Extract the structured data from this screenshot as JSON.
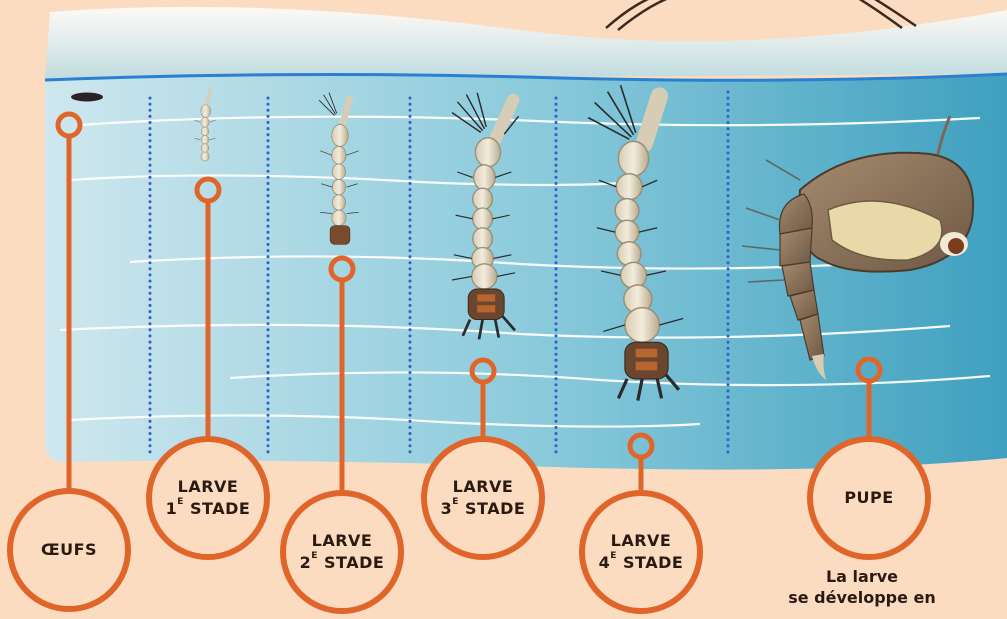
{
  "stages": [
    {
      "id": "oeufs",
      "line1": "ŒUFS"
    },
    {
      "id": "larve1",
      "line1": "LARVE",
      "num": "1",
      "sup": "E",
      "word": "STADE"
    },
    {
      "id": "larve2",
      "line1": "LARVE",
      "num": "2",
      "sup": "E",
      "word": "STADE"
    },
    {
      "id": "larve3",
      "line1": "LARVE",
      "num": "3",
      "sup": "E",
      "word": "STADE"
    },
    {
      "id": "larve4",
      "line1": "LARVE",
      "num": "4",
      "sup": "E",
      "word": "STADE"
    },
    {
      "id": "pupe",
      "line1": "PUPE"
    }
  ],
  "caption": [
    "La larve",
    "se développe en"
  ],
  "colors": {
    "background": "#fbdcc0",
    "accent": "#e0652b",
    "water_light": "#cfe7ee",
    "water_dark": "#3fa0bf",
    "separator": "#2f63c9"
  }
}
